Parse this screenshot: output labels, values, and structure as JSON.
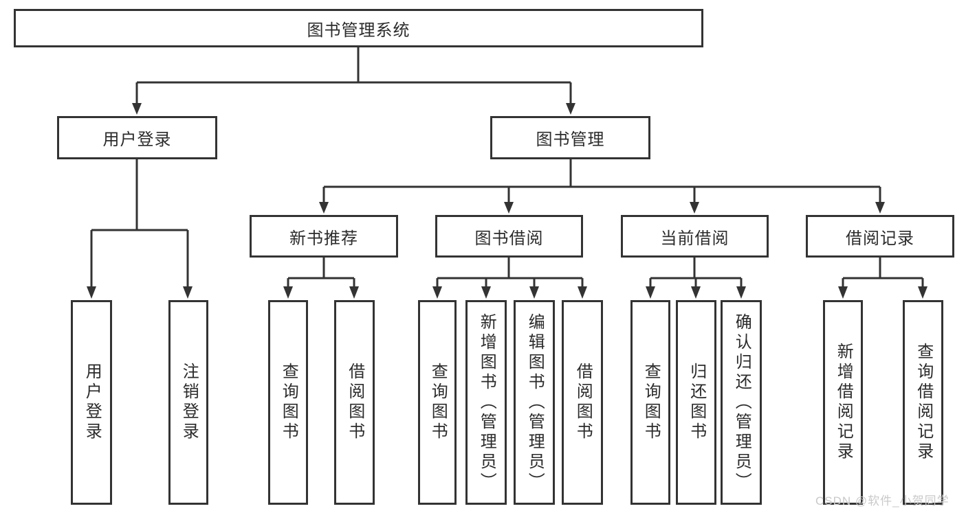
{
  "tree": {
    "root": {
      "label": "图书管理系统"
    },
    "branches": [
      {
        "label": "用户登录",
        "children": [
          {
            "label": "用户登录"
          },
          {
            "label": "注销登录"
          }
        ]
      },
      {
        "label": "图书管理",
        "children": [
          {
            "label": "新书推荐",
            "children": [
              {
                "label": "查询图书"
              },
              {
                "label": "借阅图书"
              }
            ]
          },
          {
            "label": "图书借阅",
            "children": [
              {
                "label": "查询图书"
              },
              {
                "label": "新增图书（管理员）"
              },
              {
                "label": "编辑图书（管理员）"
              },
              {
                "label": "借阅图书"
              }
            ]
          },
          {
            "label": "当前借阅",
            "children": [
              {
                "label": "查询图书"
              },
              {
                "label": "归还图书"
              },
              {
                "label": "确认归还（管理员）"
              }
            ]
          },
          {
            "label": "借阅记录",
            "children": [
              {
                "label": "新增借阅记录"
              },
              {
                "label": "查询借阅记录"
              }
            ]
          }
        ]
      }
    ]
  },
  "watermark": {
    "text": "CSDN @软件_小贺同学"
  },
  "colors": {
    "line": "#333333",
    "box_border": "#333333",
    "text": "#2b2b2b",
    "watermark": "#c9c9c9",
    "background": "#ffffff"
  }
}
